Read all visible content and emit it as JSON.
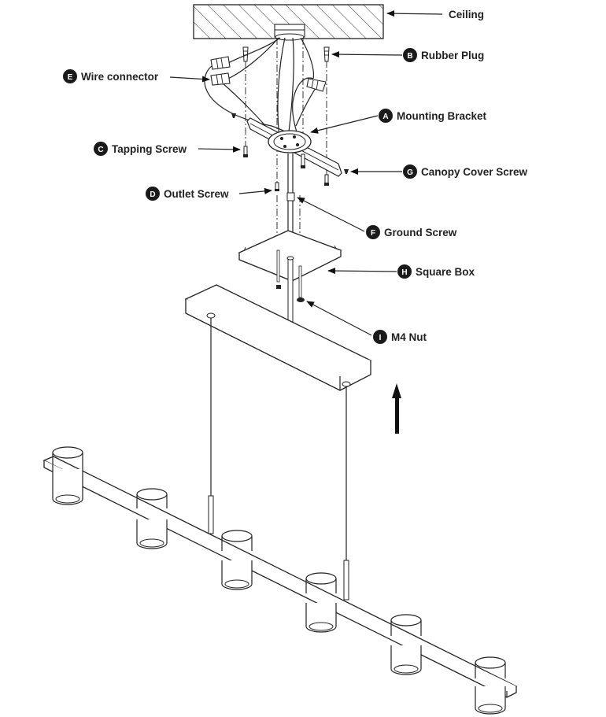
{
  "labels": {
    "ceiling": "Ceiling",
    "rubber_plug": "Rubber Plug",
    "wire_connector": "Wire connector",
    "mounting_bracket": "Mounting Bracket",
    "tapping_screw": "Tapping Screw",
    "canopy_cover_screw": "Canopy Cover Screw",
    "outlet_screw": "Outlet Screw",
    "ground_screw": "Ground Screw",
    "square_box": "Square Box",
    "m4_nut": "M4 Nut"
  },
  "badges": {
    "a": "A",
    "b": "B",
    "c": "C",
    "d": "D",
    "e": "E",
    "f": "F",
    "g": "G",
    "h": "H",
    "i": "I"
  }
}
